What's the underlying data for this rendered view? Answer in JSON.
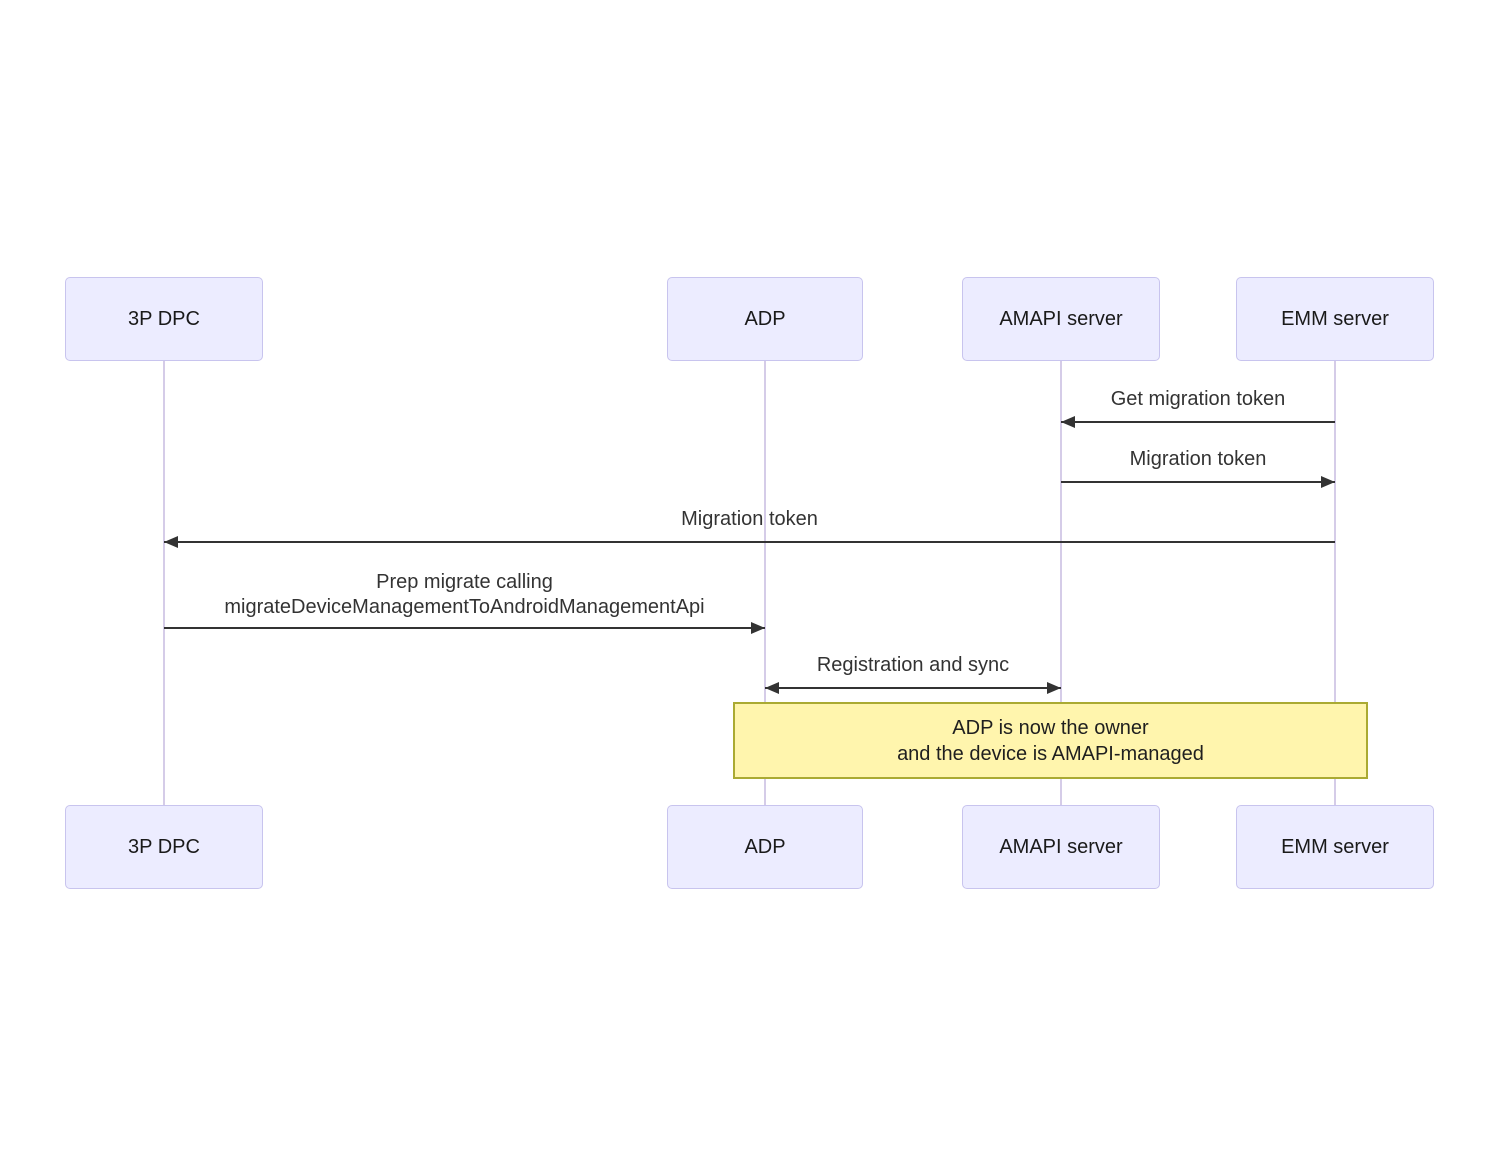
{
  "diagram": {
    "type": "sequence-diagram",
    "actors": [
      {
        "id": "3p-dpc",
        "label": "3P DPC"
      },
      {
        "id": "adp",
        "label": "ADP"
      },
      {
        "id": "amapi-server",
        "label": "AMAPI server"
      },
      {
        "id": "emm-server",
        "label": "EMM server"
      }
    ],
    "messages": [
      {
        "from": "EMM server",
        "to": "AMAPI server",
        "direction": "left",
        "label": "Get migration token"
      },
      {
        "from": "AMAPI server",
        "to": "EMM server",
        "direction": "right",
        "label": "Migration token"
      },
      {
        "from": "EMM server",
        "to": "3P DPC",
        "direction": "left",
        "label": "Migration token"
      },
      {
        "from": "3P DPC",
        "to": "ADP",
        "direction": "right",
        "label": "Prep migrate calling\nmigrateDeviceManagementToAndroidManagementApi"
      },
      {
        "from": "ADP",
        "to": "AMAPI server",
        "direction": "both",
        "label": "Registration and sync"
      }
    ],
    "note": {
      "over": [
        "ADP",
        "EMM server"
      ],
      "label": "ADP is now the owner\nand the device is AMAPI-managed"
    },
    "colors": {
      "actor_fill": "#ECECFF",
      "actor_border": "#C8C4EE",
      "lifeline": "#D5CCE8",
      "arrow": "#333333",
      "text": "#333333",
      "note_fill": "#FFF5AD",
      "note_border": "#AAAA33"
    }
  }
}
